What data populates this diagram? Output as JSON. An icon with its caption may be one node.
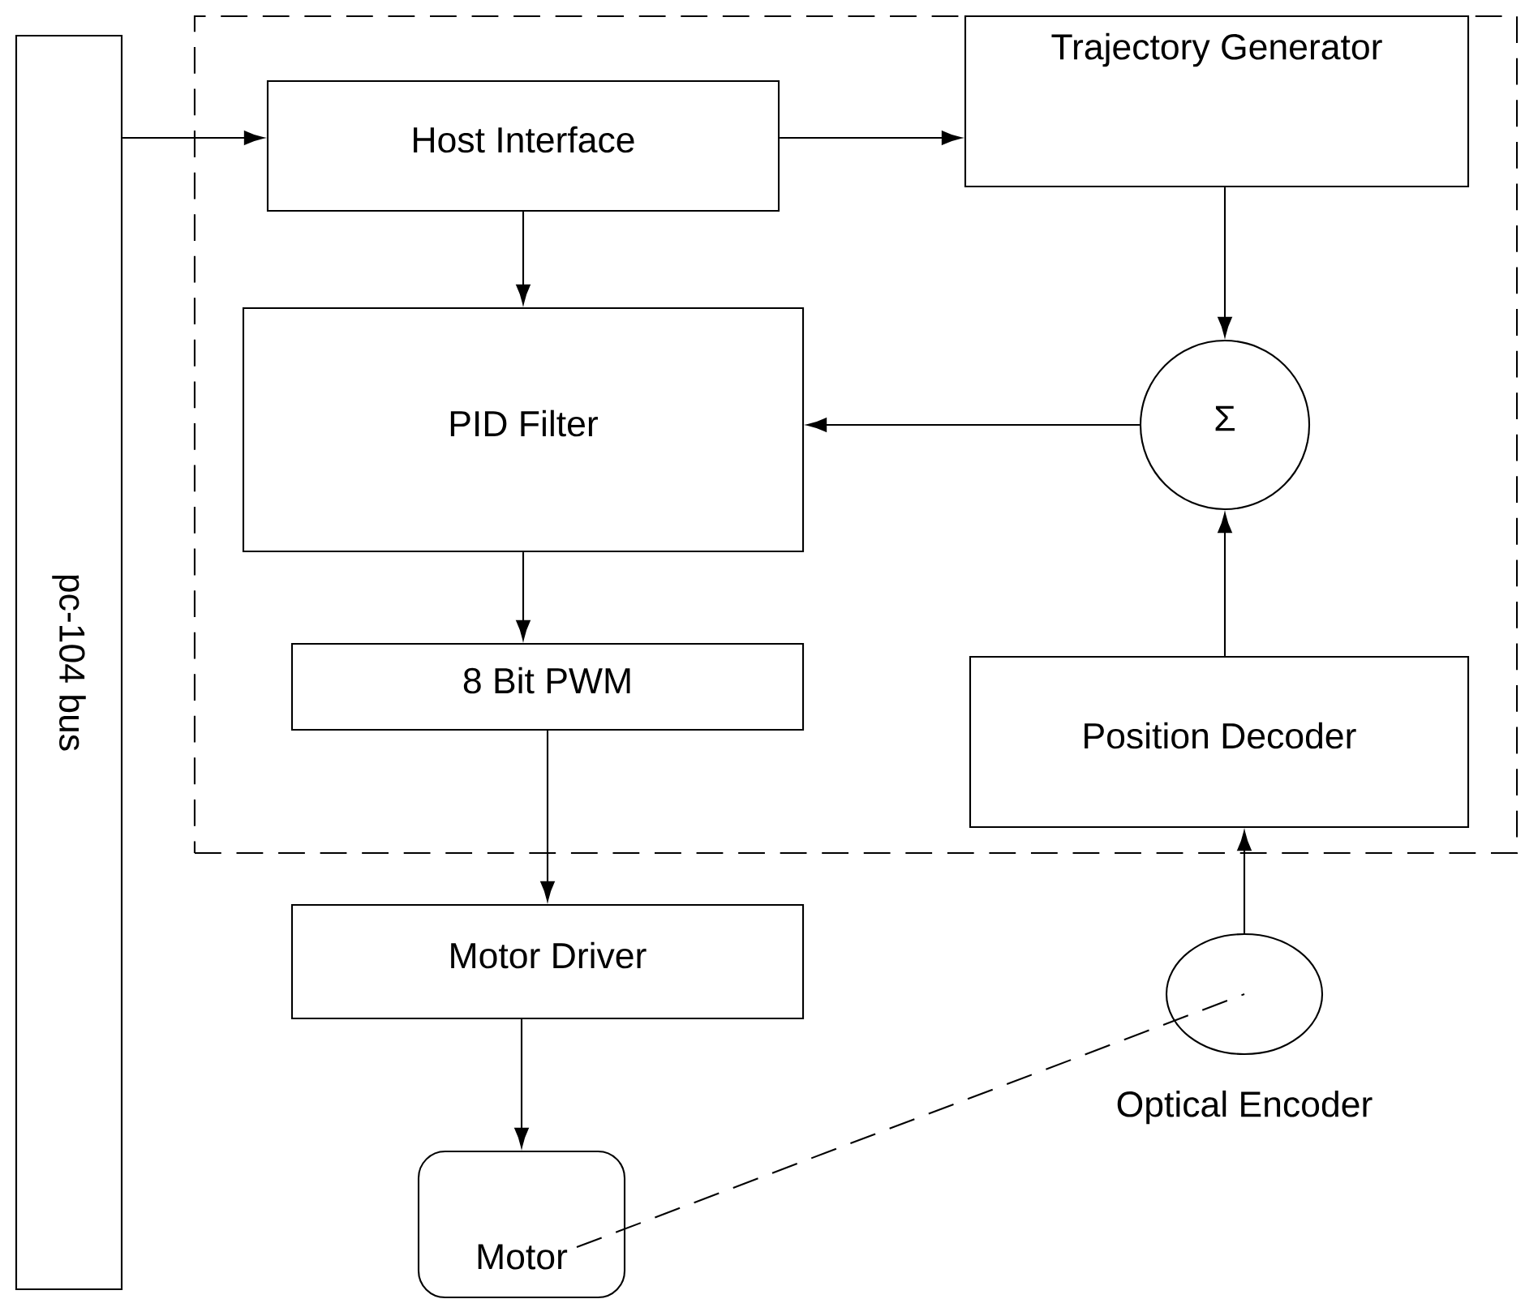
{
  "diagram": {
    "nodes": [
      {
        "text": [
          "pc-104 bus"
        ]
      },
      {
        "text": [],
        "shape": "box"
      },
      {
        "text": [
          "Host Interface"
        ],
        "in": 1
      },
      {
        "text": [
          "Trajectory Generator"
        ],
        "in": 1
      },
      {
        "text": [
          "Σ"
        ],
        "in": 1
      },
      {
        "text": [
          "PID Filter"
        ],
        "in": 1
      },
      {
        "text": [
          "8 Bit PWM"
        ],
        "in": 1
      },
      {
        "text": [
          "Position Decoder"
        ],
        "in": 1
      },
      {
        "text": [
          "Motor Driver"
        ]
      },
      {
        "text": [
          "Optical Encoder"
        ]
      },
      {
        "text": [
          "Motor"
        ]
      }
    ],
    "edges": [
      {
        "from": 0,
        "to": 2,
        "arrow": "to"
      },
      {
        "from": 2,
        "to": 3,
        "arrow": "to"
      },
      {
        "from": 3,
        "to": 4,
        "arrow": "to"
      },
      {
        "from": 2,
        "to": 5,
        "arrow": "to"
      },
      {
        "from": 4,
        "to": 5,
        "arrow": "to"
      },
      {
        "from": 5,
        "to": 6,
        "arrow": "to"
      },
      {
        "from": 6,
        "to": 8,
        "arrow": "to"
      },
      {
        "from": 8,
        "to": 10,
        "arrow": "to"
      },
      {
        "from": 7,
        "to": 4,
        "arrow": "to"
      },
      {
        "from": 9,
        "to": 7,
        "arrow": "to"
      },
      {
        "from": 10,
        "to": 9,
        "arrow": "none",
        "style": "dashed"
      }
    ]
  }
}
